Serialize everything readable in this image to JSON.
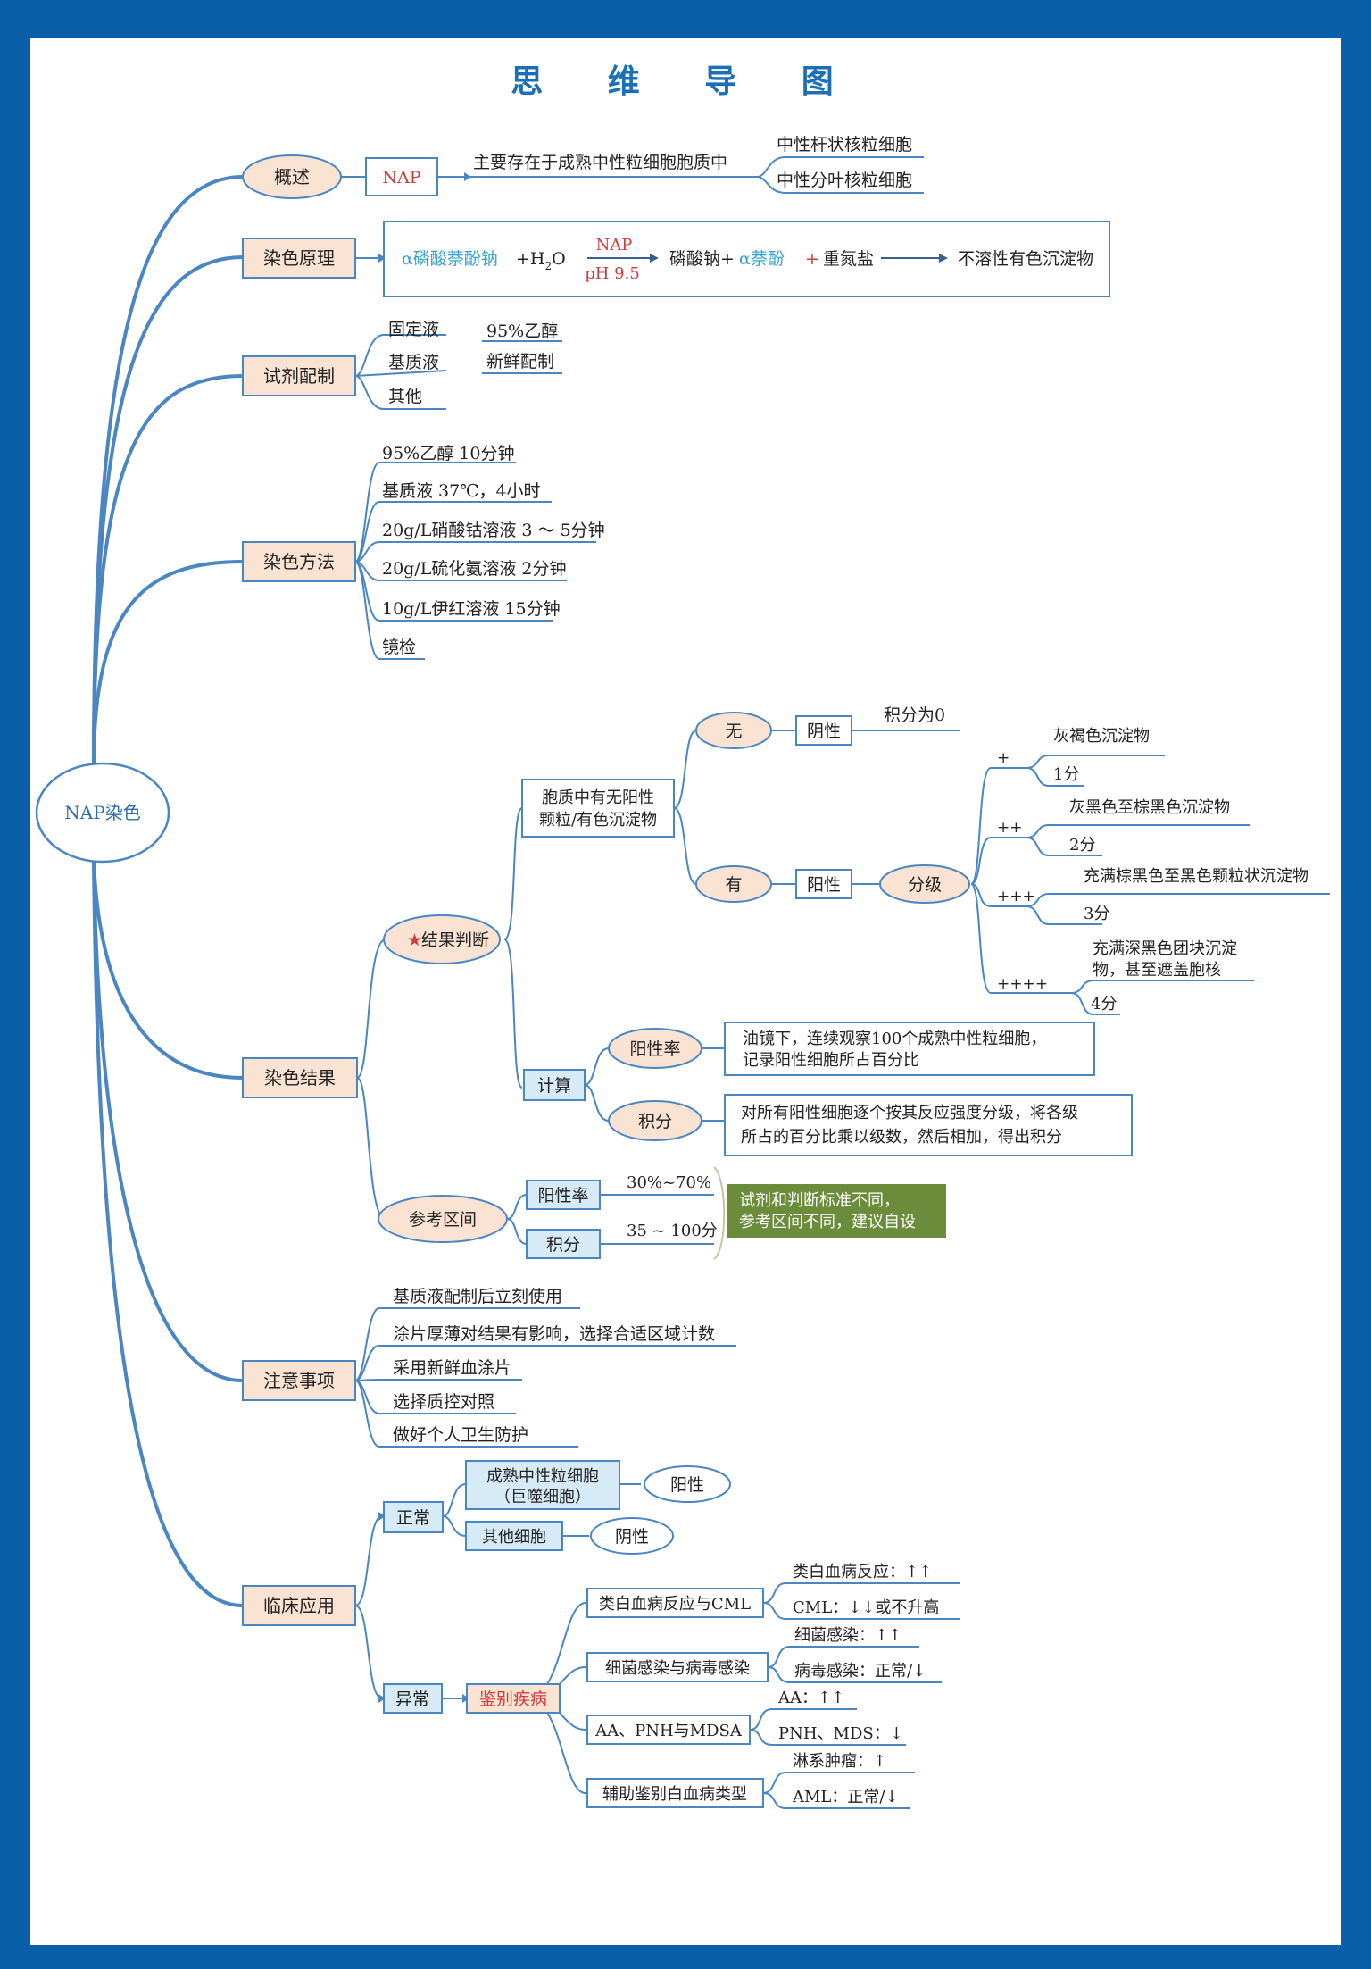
{
  "title": "思 维 导 图",
  "root": "NAP染色",
  "colors": {
    "border": "#0a5fa8",
    "line": "#4a86c2",
    "pink": "#fbe3d4",
    "lightblue": "#d7ebf7",
    "green": "#6b8c3a",
    "red": "#d23b3b",
    "cyan": "#35a3d0"
  },
  "overview": {
    "label": "概述",
    "nap": "NAP",
    "text": "主要存在于成熟中性粒细胞胞质中",
    "items": [
      "中性杆状核粒细胞",
      "中性分叶核粒细胞"
    ]
  },
  "principle": {
    "label": "染色原理",
    "reagent1": "α磷酸萘酚钠",
    "h2o_prefix": "+H",
    "h2o_sub": "2",
    "h2o_suffix": "O",
    "arrow_top": "NAP",
    "arrow_bottom": "pH 9.5",
    "product1": "磷酸钠+",
    "product2": "α萘酚",
    "plus": "+",
    "salt": "重氮盐",
    "result": "不溶性有色沉淀物"
  },
  "reagent": {
    "label": "试剂配制",
    "items": [
      {
        "name": "固定液",
        "detail": "95%乙醇"
      },
      {
        "name": "基质液",
        "detail": "新鲜配制"
      },
      {
        "name": "其他",
        "detail": ""
      }
    ]
  },
  "method": {
    "label": "染色方法",
    "steps": [
      "95%乙醇 10分钟",
      "基质液 37℃，4小时",
      "20g/L硝酸钴溶液 3 ～ 5分钟",
      "20g/L硫化氨溶液 2分钟",
      "10g/L伊红溶液 15分钟",
      "镜检"
    ]
  },
  "result": {
    "label": "染色结果",
    "judge": {
      "star": "★",
      "label": "结果判断",
      "question_line1": "胞质中有无阳性",
      "question_line2": "颗粒/有色沉淀物",
      "none": "无",
      "negative": "阴性",
      "score0": "积分为0",
      "has": "有",
      "positive": "阳性",
      "grading": "分级",
      "grades": [
        {
          "sign": "+",
          "desc": "灰褐色沉淀物",
          "desc2": "",
          "score": "1分"
        },
        {
          "sign": "++",
          "desc": "灰黑色至棕黑色沉淀物",
          "desc2": "",
          "score": "2分"
        },
        {
          "sign": "+++",
          "desc": "充满棕黑色至黑色颗粒状沉淀物",
          "desc2": "",
          "score": "3分"
        },
        {
          "sign": "++++",
          "desc": "充满深黑色团块沉淀",
          "desc2": "物，甚至遮盖胞核",
          "score": "4分"
        }
      ]
    },
    "calc": {
      "label": "计算",
      "rate": "阳性率",
      "rate_line1": "油镜下，连续观察100个成熟中性粒细胞，",
      "rate_line2": "记录阳性细胞所占百分比",
      "score": "积分",
      "score_line1": "对所有阳性细胞逐个按其反应强度分级，将各级",
      "score_line2": "所占的百分比乘以级数，然后相加，得出积分"
    },
    "reference": {
      "label": "参考区间",
      "rate": "阳性率",
      "rate_value": "30%~70%",
      "score": "积分",
      "score_value": "35 ~ 100分",
      "note_line1": "试剂和判断标准不同，",
      "note_line2": "参考区间不同，建议自设"
    }
  },
  "notes": {
    "label": "注意事项",
    "items": [
      "基质液配制后立刻使用",
      "涂片厚薄对结果有影响，选择合适区域计数",
      "采用新鲜血涂片",
      "选择质控对照",
      "做好个人卫生防护"
    ]
  },
  "clinical": {
    "label": "临床应用",
    "normal": "正常",
    "mature_line1": "成熟中性粒细胞",
    "mature_line2": "（巨噬细胞）",
    "positive": "阳性",
    "other": "其他细胞",
    "negative": "阴性",
    "abnormal": "异常",
    "identify": "鉴别疾病",
    "diseases": [
      {
        "name": "类白血病反应与CML",
        "a": "类白血病反应：↑↑",
        "b": "CML：↓↓或不升高"
      },
      {
        "name": "细菌感染与病毒感染",
        "a": "细菌感染：↑↑",
        "b": "病毒感染：正常/↓"
      },
      {
        "name": "AA、PNH与MDSA",
        "a": "AA：↑↑",
        "b": "PNH、MDS：↓"
      },
      {
        "name": "辅助鉴别白血病类型",
        "a": "淋系肿瘤：↑",
        "b": "AML：正常/↓"
      }
    ]
  }
}
